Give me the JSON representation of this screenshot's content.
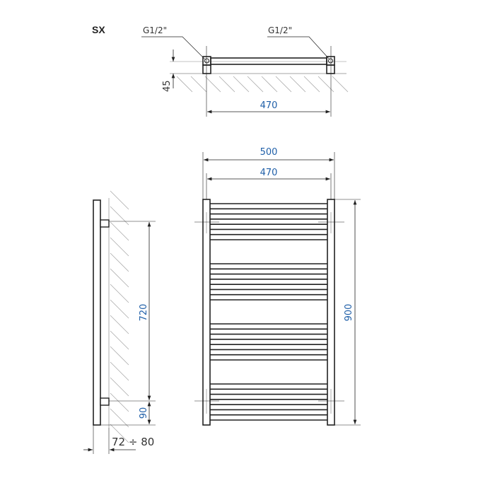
{
  "title": "SX",
  "colors": {
    "line": "#222222",
    "dimension": "#1f5fa8",
    "hatch": "#aaaaaa"
  },
  "top_view": {
    "connector_left": "G1/2\"",
    "connector_right": "G1/2\"",
    "wall_distance": "45",
    "axis_spacing": "470"
  },
  "front_view": {
    "overall_width": "500",
    "axis_spacing": "470",
    "overall_height": "900",
    "bar_groups": 4,
    "bars_per_group": 7
  },
  "side_view": {
    "bracket_spacing": "720",
    "bottom_offset": "90",
    "wall_clearance": "72 ÷ 80"
  }
}
